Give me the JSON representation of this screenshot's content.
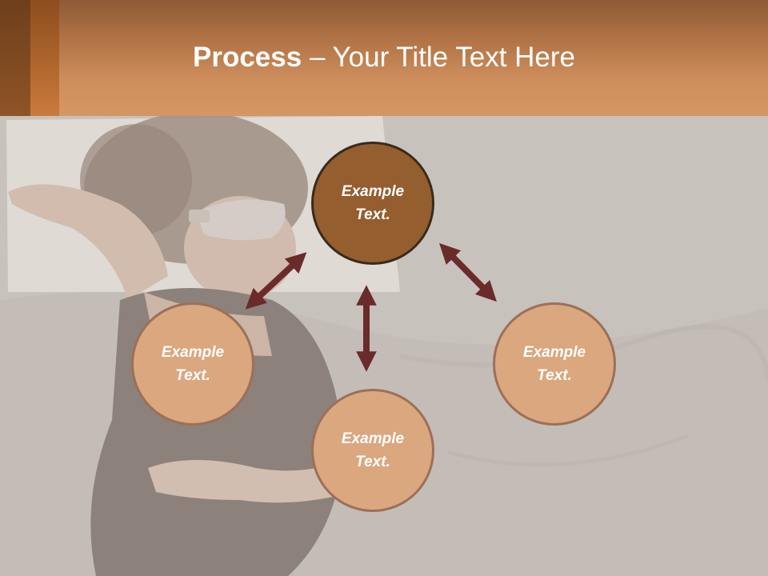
{
  "slide": {
    "title_bold": "Process",
    "title_rest": " – Your Title Text Here",
    "colors": {
      "header_top": "#8e5a36",
      "header_bottom": "#d49662",
      "center_node": "#945e2f",
      "outer_node": "#dba77f",
      "arrow": "#6b2b2b"
    }
  },
  "diagram": {
    "nodes": [
      {
        "label": "Example Text."
      },
      {
        "label": "Example Text."
      },
      {
        "label": "Example Text."
      },
      {
        "label": "Example Text."
      }
    ]
  }
}
